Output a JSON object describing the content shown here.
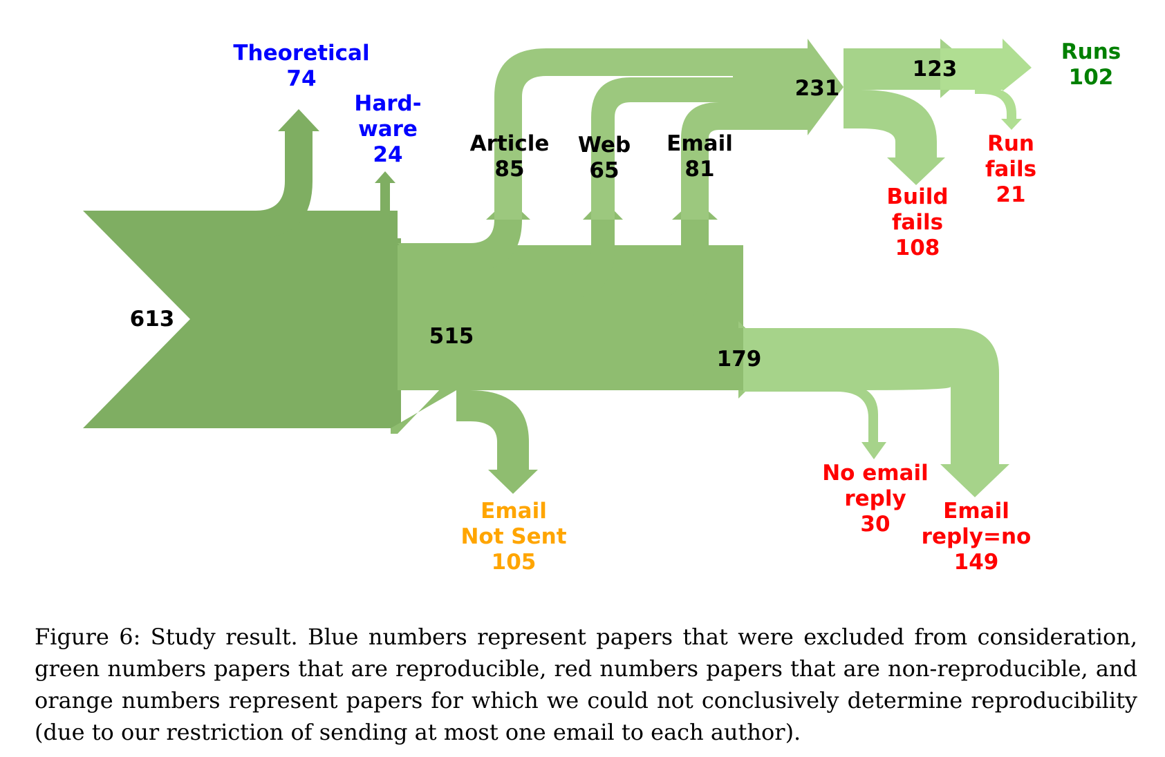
{
  "colors": {
    "level0": "#7fae62",
    "level1": "#8fbd70",
    "level2": "#9cc87e",
    "level3": "#a6d38a",
    "runs": "#b0de92",
    "blue": "#0000ff",
    "red": "#ff0000",
    "orange": "#ffa500",
    "green": "#008000"
  },
  "flows": {
    "total": {
      "value": "613"
    },
    "theoretical": {
      "name": "Theoretical",
      "value": "74"
    },
    "hardware": {
      "name_line1": "Hard-",
      "name_line2": "ware",
      "value": "24"
    },
    "remaining": {
      "value": "515"
    },
    "article": {
      "name": "Article",
      "value": "85"
    },
    "web": {
      "name": "Web",
      "value": "65"
    },
    "email": {
      "name": "Email",
      "value": "81"
    },
    "code_found": {
      "value": "231"
    },
    "builds": {
      "value": "123"
    },
    "runs": {
      "name": "Runs",
      "value": "102"
    },
    "run_fails": {
      "name_line1": "Run",
      "name_line2": "fails",
      "value": "21"
    },
    "build_fails": {
      "name_line1": "Build",
      "name_line2": "fails",
      "value": "108"
    },
    "email_sent": {
      "value": "179"
    },
    "email_not_sent": {
      "name_line1": "Email",
      "name_line2": "Not Sent",
      "value": "105"
    },
    "no_email_reply": {
      "name_line1": "No email",
      "name_line2": "reply",
      "value": "30"
    },
    "email_reply_no": {
      "name_line1": "Email",
      "name_line2": "reply=no",
      "value": "149"
    }
  },
  "caption": "Figure 6: Study result. Blue numbers represent papers that were excluded from consideration, green numbers papers that are reproducible, red numbers papers that are non-reproducible, and orange numbers represent papers for which we could not conclusively determine reproducibility (due to our restriction of sending at most one email to each author)."
}
